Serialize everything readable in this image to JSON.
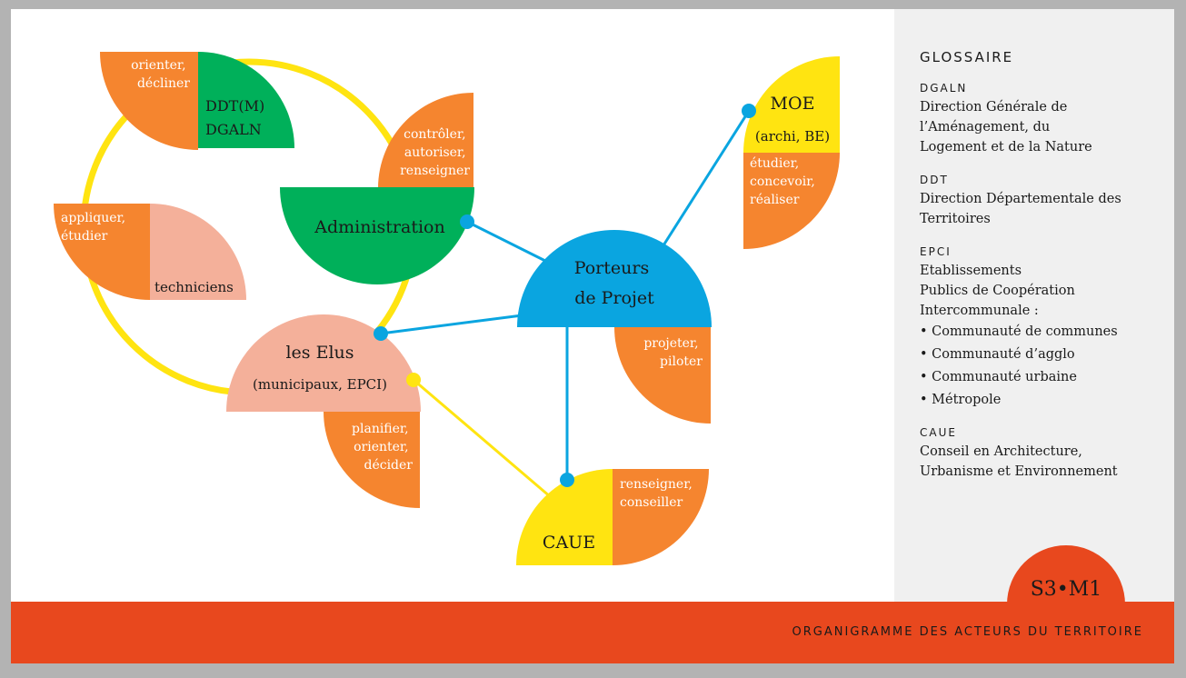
{
  "colors": {
    "orange": "#f5852f",
    "green": "#00b05a",
    "pink": "#f4b09a",
    "blue": "#0aa5e0",
    "yellow": "#ffe411",
    "red": "#e8481e",
    "panel": "#f0f0f0"
  },
  "nodes": {
    "administration": {
      "label": "Administration",
      "verbs": [
        "contrôler,",
        "autoriser,",
        "renseigner"
      ]
    },
    "ddt": {
      "label": [
        "DDT(M)",
        "DGALN"
      ],
      "verbs": [
        "orienter,",
        "décliner"
      ]
    },
    "techniciens": {
      "label": "techniciens",
      "verbs": [
        "appliquer,",
        "étudier"
      ]
    },
    "elus": {
      "label": "les Elus",
      "sublabel": "(municipaux, EPCI)",
      "verbs": [
        "planifier,",
        "orienter,",
        "décider"
      ]
    },
    "porteurs": {
      "label": [
        "Porteurs",
        "de Projet"
      ],
      "verbs": [
        "projeter,",
        "piloter"
      ]
    },
    "moe": {
      "label": "MOE",
      "sublabel": "(archi, BE)",
      "verbs": [
        "étudier,",
        "concevoir,",
        "réaliser"
      ]
    },
    "caue": {
      "label": "CAUE",
      "verbs": [
        "renseigner,",
        "conseiller"
      ]
    }
  },
  "glossary": {
    "title": "GLOSSAIRE",
    "entries": [
      {
        "term": "DGALN",
        "definition": [
          "Direction Générale de",
          "l’Aménagement, du",
          "Logement et de la Nature"
        ]
      },
      {
        "term": "DDT",
        "definition": [
          "Direction Départementale des",
          "Territoires"
        ]
      },
      {
        "term": "EPCI",
        "definition": [
          "Etablissements",
          "Publics de Coopération",
          "Intercommunale :"
        ],
        "items": [
          "Communauté de communes",
          "Communauté d’agglo",
          "Communauté urbaine",
          "Métropole"
        ]
      },
      {
        "term": "CAUE",
        "definition": [
          "Conseil en Architecture,",
          "Urbanisme et Environnement"
        ]
      }
    ]
  },
  "footer": {
    "title": "ORGANIGRAMME  DES ACTEURS DU TERRITOIRE"
  },
  "badge": {
    "text": "S3•M1"
  }
}
